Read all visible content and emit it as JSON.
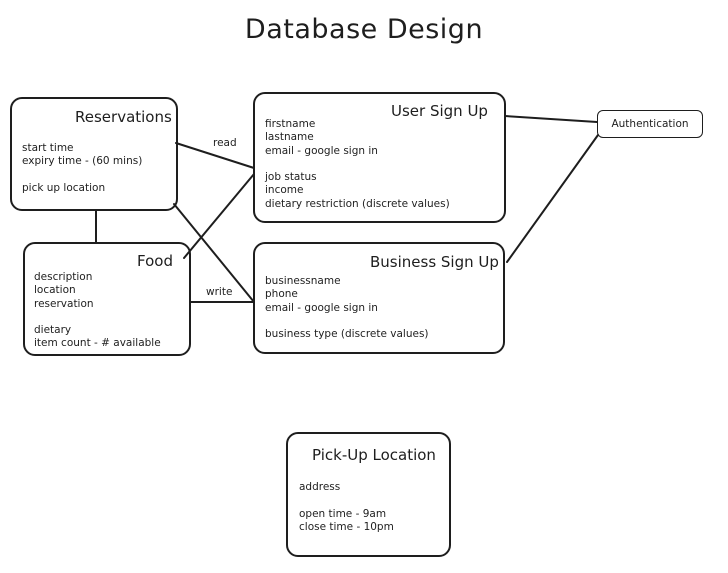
{
  "title": "Database Design",
  "entities": {
    "reservations": {
      "title": "Reservations",
      "fields": [
        "start time",
        "expiry time - (60 mins)",
        "",
        "pick up location"
      ]
    },
    "user_signup": {
      "title": "User Sign Up",
      "fields": [
        "firstname",
        "lastname",
        "email - google sign in",
        "",
        "job status",
        "income",
        "dietary restriction (discrete values)"
      ]
    },
    "authentication": {
      "title": "Authentication"
    },
    "food": {
      "title": "Food",
      "fields": [
        "description",
        "location",
        "reservation",
        "",
        "dietary",
        "item count - # available"
      ]
    },
    "business_signup": {
      "title": "Business Sign Up",
      "fields": [
        "businessname",
        "phone",
        "email - google sign in",
        "",
        "business type (discrete values)"
      ]
    },
    "pickup_location": {
      "title": "Pick-Up Location",
      "fields": [
        "address",
        "",
        "open time - 9am",
        "close time - 10pm"
      ]
    }
  },
  "relationships": {
    "read_label": "read",
    "write_label": "write"
  },
  "colors": {
    "stroke": "#1e1e1e",
    "background": "#ffffff"
  }
}
